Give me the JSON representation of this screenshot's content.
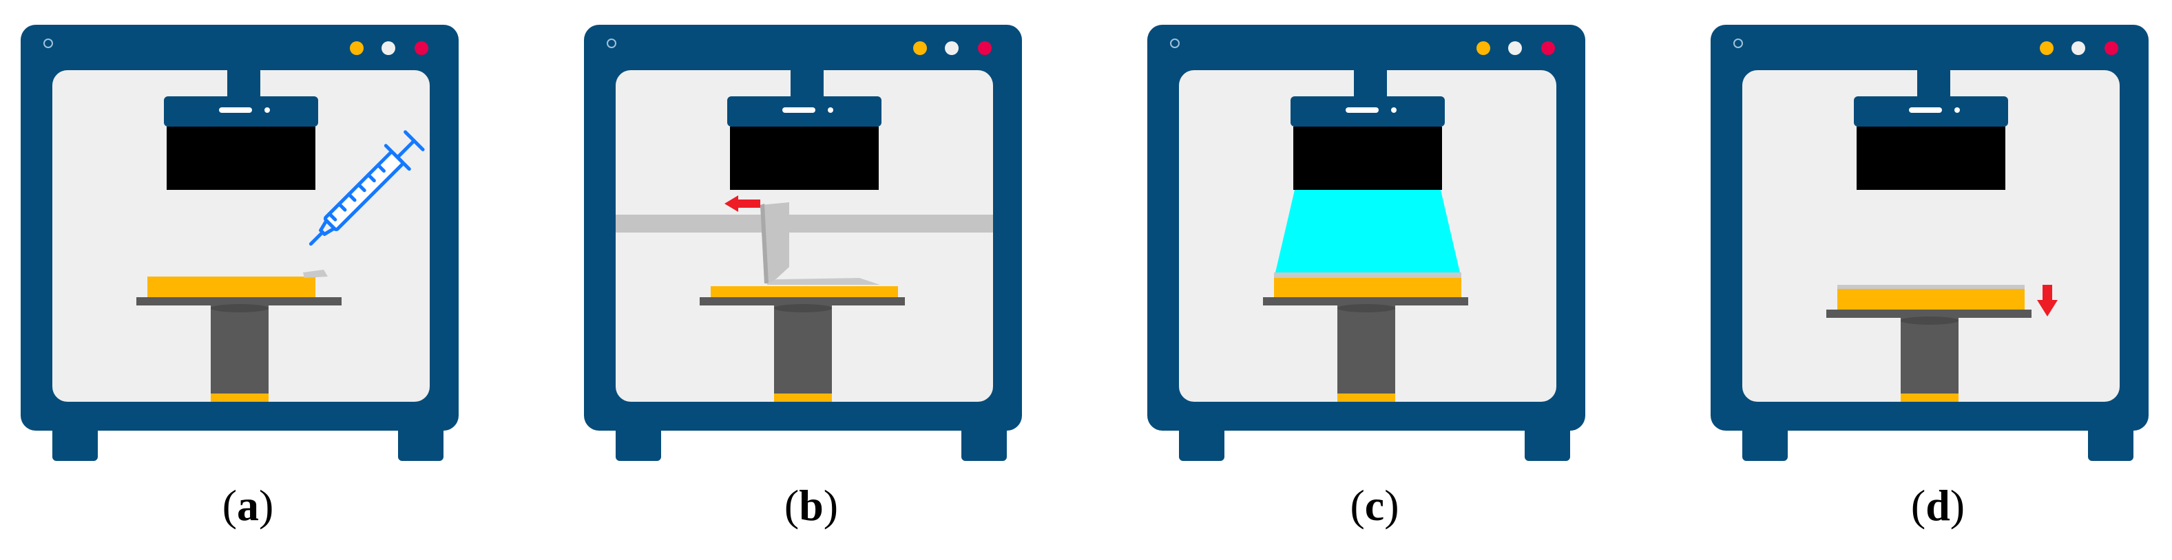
{
  "colors": {
    "frame": "#054c7a",
    "chamber": "#efefef",
    "projector": "#000000",
    "tray": "#ffb600",
    "platform": "#595959",
    "rail": "#c4c4c4",
    "resin": "#c9c9c9",
    "light": "#00ffff",
    "syringe": "#1479ff",
    "arrow": "#ee1c25",
    "led_yellow": "#ffb600",
    "led_white": "#f0f0f0",
    "led_red": "#e8004a"
  },
  "icons": [
    "syringe-icon",
    "recoater-blade-icon",
    "uv-light-beam-icon",
    "down-arrow-icon",
    "left-arrow-icon"
  ],
  "panels": [
    {
      "label": "a",
      "step": "deposit"
    },
    {
      "label": "b",
      "step": "recoat"
    },
    {
      "label": "c",
      "step": "cure"
    },
    {
      "label": "d",
      "step": "lower"
    }
  ]
}
